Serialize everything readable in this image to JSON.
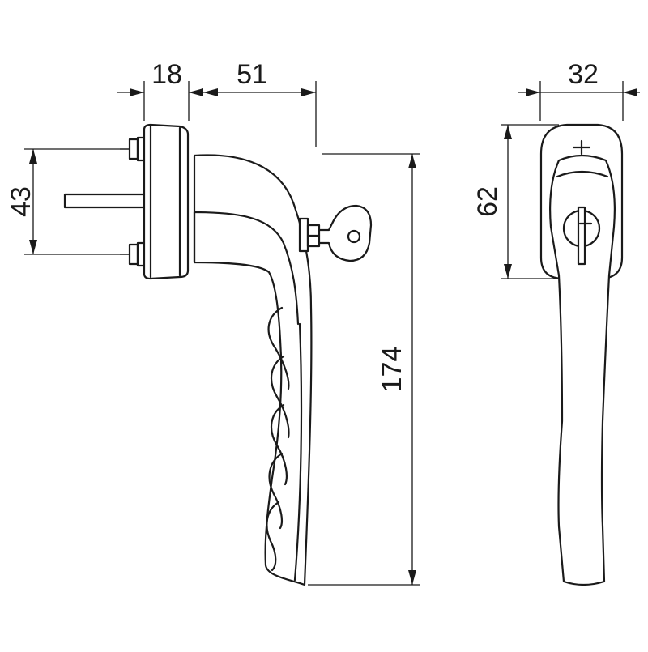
{
  "drawing": {
    "stroke_color": "#1a1a1a",
    "background": "#ffffff",
    "dimensions": {
      "rose_depth": "18",
      "handle_projection": "51",
      "spindle_spacing": "43",
      "overall_length": "174",
      "rose_width": "32",
      "rose_height": "62"
    }
  }
}
